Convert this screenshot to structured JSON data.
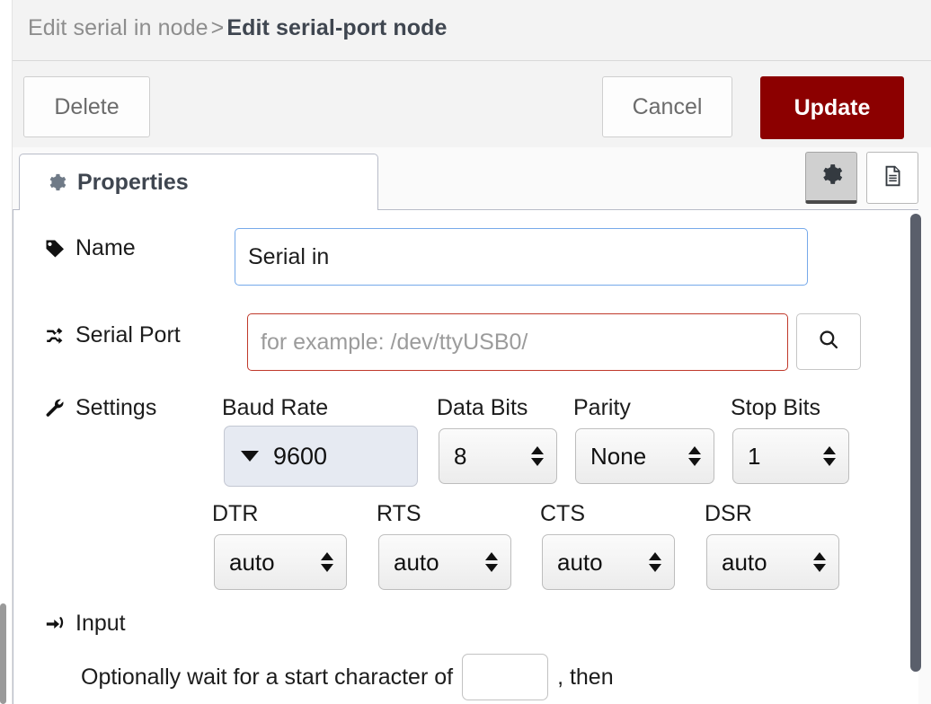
{
  "header": {
    "breadcrumb_prev": "Edit serial in node",
    "breadcrumb_sep": ">",
    "breadcrumb_current": "Edit serial-port node"
  },
  "toolbar": {
    "delete_label": "Delete",
    "cancel_label": "Cancel",
    "update_label": "Update",
    "update_color": "#8c0000"
  },
  "tabs": {
    "properties_label": "Properties",
    "gear_icon": "gear-icon",
    "description_icon": "description-icon"
  },
  "fields": {
    "name": {
      "label": "Name",
      "icon": "tag-icon",
      "value": "Serial in",
      "placeholder": "Name",
      "state": "focused"
    },
    "serial_port": {
      "label": "Serial Port",
      "icon": "shuffle-icon",
      "value": "",
      "placeholder": "for example: /dev/ttyUSB0/",
      "state": "error",
      "search_icon": "search-icon"
    }
  },
  "settings": {
    "label": "Settings",
    "icon": "wrench-icon",
    "controls": [
      {
        "label": "Baud Rate",
        "value": "9600",
        "style": "combo"
      },
      {
        "label": "Data Bits",
        "value": "8",
        "style": "select"
      },
      {
        "label": "Parity",
        "value": "None",
        "style": "select"
      },
      {
        "label": "Stop Bits",
        "value": "1",
        "style": "select"
      }
    ],
    "flow_controls": [
      {
        "label": "DTR",
        "value": "auto",
        "style": "select"
      },
      {
        "label": "RTS",
        "value": "auto",
        "style": "select"
      },
      {
        "label": "CTS",
        "value": "auto",
        "style": "select"
      },
      {
        "label": "DSR",
        "value": "auto",
        "style": "select"
      }
    ]
  },
  "input_section": {
    "heading": "Input",
    "icon": "sign-in-icon",
    "sentence_before": "Optionally wait for a start character of",
    "start_char_value": "",
    "sentence_after": ", then"
  }
}
